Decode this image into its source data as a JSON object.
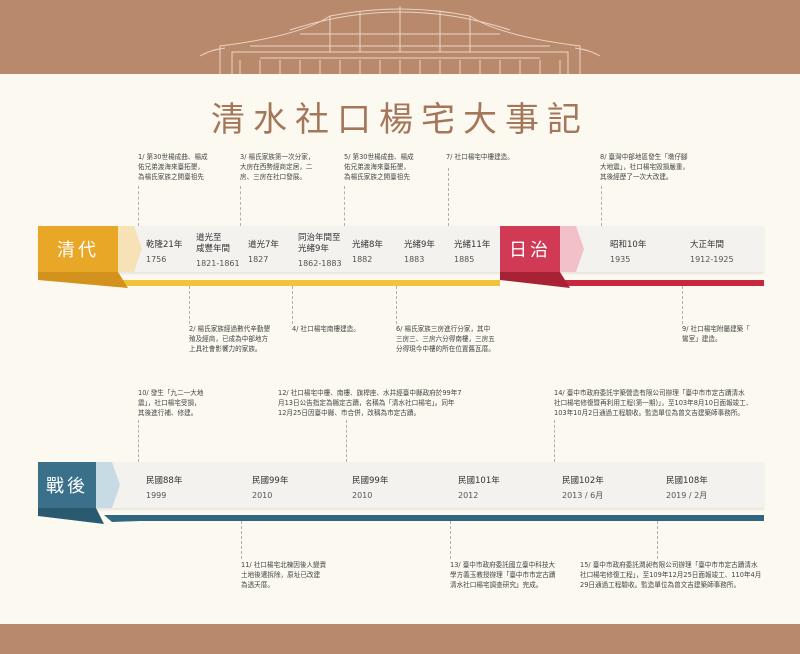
{
  "title": "清水社口楊宅大事記",
  "colors": {
    "brown": "#b9896b",
    "gold": "#e8a727",
    "gold_stripe": "#f1c23a",
    "red": "#d03a55",
    "red_stripe": "#c8283f",
    "teal": "#3a7089",
    "teal_stripe": "#2f6680"
  },
  "eras": {
    "qing": "清代",
    "japan": "日治",
    "postwar": "戰後"
  },
  "row1": {
    "dates": [
      {
        "year": "乾隆21年",
        "sub": "1756"
      },
      {
        "year": "道光至\n咸豐年間",
        "sub": "1821-1861"
      },
      {
        "year": "道光7年",
        "sub": "1827"
      },
      {
        "year": "同治年間至\n光緒9年",
        "sub": "1862-1883"
      },
      {
        "year": "光緒8年",
        "sub": "1882"
      },
      {
        "year": "光緒9年",
        "sub": "1883"
      },
      {
        "year": "光緒11年",
        "sub": "1885"
      },
      {
        "year": "昭和10年",
        "sub": "1935"
      },
      {
        "year": "大正年間",
        "sub": "1912-1925"
      }
    ],
    "notes_top": [
      "1/ 第30世楊成曲、楊成\n佑兄弟渡海來臺拓墾，\n為楊氏家族之開臺祖先",
      "3/ 楊氏家族第一次分家，\n大房在西勢經商定居，二\n房、三房在社口發展。",
      "5/ 第30世楊成曲、楊成\n佑兄弟渡海來臺拓墾，\n為楊氏家族之開臺祖先",
      "7/ 社口楊宅中樓建造。",
      "8/ 臺灣中部地區發生「墩仔腳\n大地震」，社口楊宅毀損嚴重，\n其後經歷了一次大改建。"
    ],
    "notes_bottom": [
      "2/ 楊氏家族經過數代辛勤墾\n殖及經商，已成為中部地方\n上具社會影響力的家族。",
      "4/ 社口楊宅南樓建造。",
      "6/ 楊氏家族三房進行分家，其中\n三房三、三房六分得南樓，三房五\n分得現今中樓的所在位置舊瓦厝。",
      "9/ 社口楊宅附屬建築「\n鸞室」建造。"
    ]
  },
  "row2": {
    "dates": [
      {
        "year": "民國88年",
        "sub": "1999"
      },
      {
        "year": "民國99年",
        "sub": "2010"
      },
      {
        "year": "民國99年",
        "sub": "2010"
      },
      {
        "year": "民國101年",
        "sub": "2012"
      },
      {
        "year": "民國102年",
        "sub": "2013 / 6月"
      },
      {
        "year": "民國108年",
        "sub": "2019 / 2月"
      }
    ],
    "notes_top": [
      "10/ 發生「九二一大地\n震」，社口楊宅受損，\n其後進行補、修建。",
      "12/ 社口楊宅中樓、南樓、旗桿座、水井經臺中縣政府於99年7\n月13日公告指定為縣定古蹟，名稱為「清水社口楊宅」。同年\n12月25日因臺中縣、市合併，改稱為市定古蹟。",
      "14/ 臺中市政府委託宇築營造有限公司辦理「臺中市市定古蹟清水\n社口楊宅修復暨再利用工程(第一期)」，至103年8月10日面報竣工、\n103年10月2日通過工程驗收。監造單位為曾文吉建築師事務所。"
    ],
    "notes_bottom": [
      "11/ 社口楊宅北棟因後人變賣\n土地後遭拆除，原址已改建\n為透天厝。",
      "13/ 臺中市政府委託國立臺中科技大\n學方義玉教授辦理「臺中市市定古蹟\n清水社口楊宅調查研究」完成。",
      "15/ 臺中市政府委託潤昶有限公司辦理「臺中市市定古蹟清水\n社口楊宅修復工程」，至109年12月25日面報竣工、110年4月\n29日通過工程驗收。監造單位為曾文吉建築師事務所。"
    ]
  }
}
